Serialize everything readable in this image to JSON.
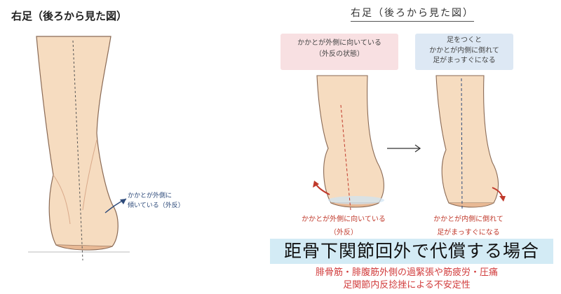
{
  "left_panel": {
    "title": "右足（後ろから見た図）",
    "annotation_line1": "かかとが外側に",
    "annotation_line2": "傾いている（外反）"
  },
  "right_panel": {
    "title": "右足（後ろから見た図）",
    "bubble_left": [
      "かかとが外側に向いている",
      "（外反の状態）"
    ],
    "bubble_right": [
      "足をつくと",
      "かかとが内側に倒れて",
      "足がまっすぐになる"
    ],
    "caption_left": [
      "かかとが外側に向いている",
      "（外反）"
    ],
    "caption_right": [
      "かかとが内側に倒れて",
      "足がまっすぐになる"
    ]
  },
  "banner": "距骨下関節回外で代償する場合",
  "subtitle": [
    "腓骨筋・腓腹筋外側の過緊張や筋疲労・圧痛",
    "足関節内反捻挫による不安定性"
  ],
  "colors": {
    "skin": "#f6dcc0",
    "skin_shade": "#e8b995",
    "outline": "#8a6a55",
    "annotation_blue": "#2d4a7a",
    "red_caption": "#c0392b",
    "banner_bg": "#d3ebf5",
    "bubble_pink": "#f8e0e2",
    "bubble_blue": "#dde8f4"
  }
}
